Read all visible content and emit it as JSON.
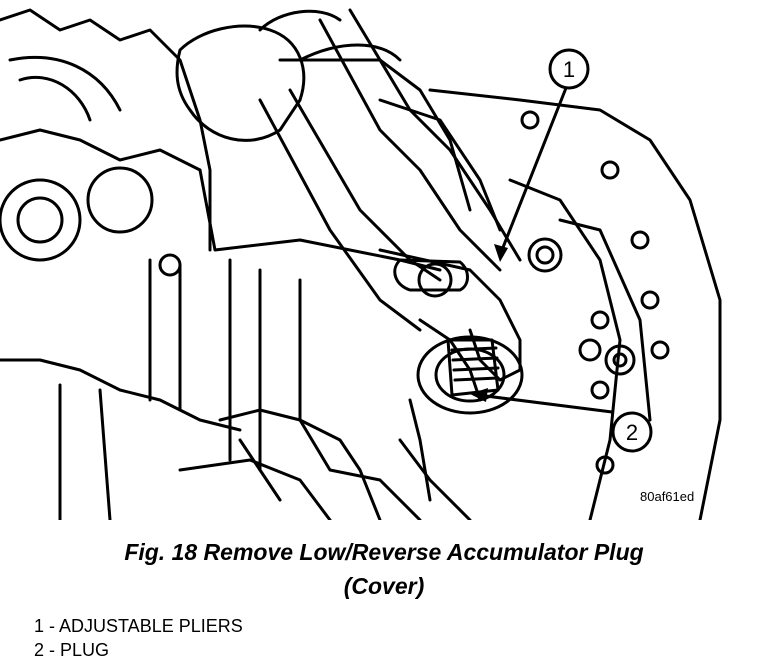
{
  "figure": {
    "code": "80af61ed",
    "callouts": [
      {
        "number": "1"
      },
      {
        "number": "2"
      }
    ]
  },
  "caption": {
    "line1": "Fig. 18 Remove Low/Reverse Accumulator Plug",
    "line2": "(Cover)"
  },
  "legend": [
    {
      "text": "1 - ADJUSTABLE PLIERS"
    },
    {
      "text": "2 - PLUG"
    }
  ]
}
